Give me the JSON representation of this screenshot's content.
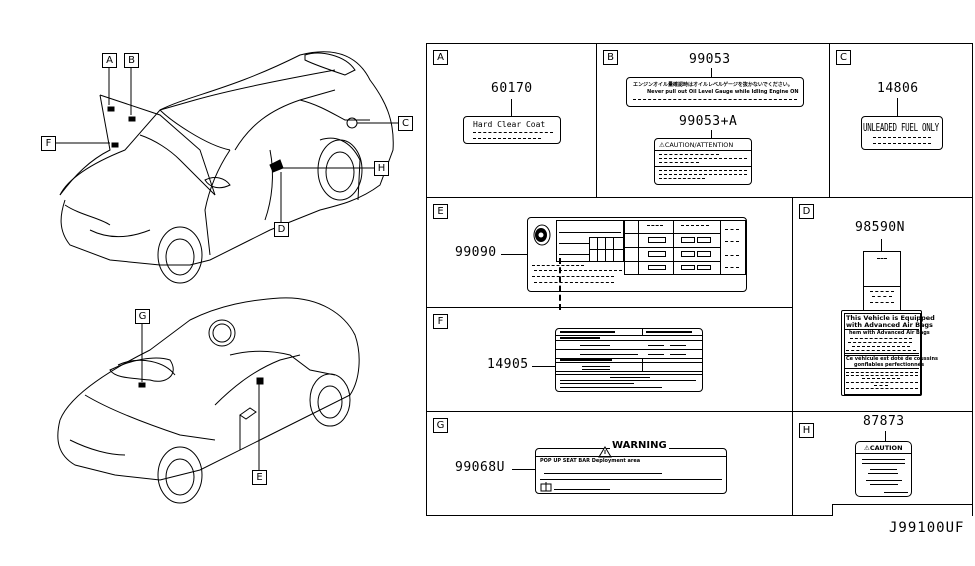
{
  "diagram_code": "J99100UF",
  "callouts": {
    "top_car": [
      "A",
      "B",
      "C",
      "F",
      "H",
      "D"
    ],
    "bottom_car": [
      "G",
      "E"
    ]
  },
  "panels": {
    "A": {
      "letter": "A",
      "part_number": "60170",
      "label_text": "Hard Clear Coat"
    },
    "B": {
      "letter": "B",
      "part_number_1": "99053",
      "label_1_line1": "エンジンオイル量確認時はオイルレベルゲージを抜かないでください。",
      "label_1_line2": "Never pull out Oil Level Gauge while Idling Engine ON",
      "part_number_2": "99053+A",
      "label_2_header": "⚠CAUTION/ATTENTION"
    },
    "C": {
      "letter": "C",
      "part_number": "14806",
      "label_text": "UNLEADED FUEL ONLY"
    },
    "D": {
      "letter": "D",
      "part_number": "98590N",
      "label_line1": "This Vehicle is Equipped",
      "label_line2": "with Advanced Air Bags",
      "label_line3": "hem with Advanced Air Bags",
      "label_line4": "Ce véhicule est doté de coussins",
      "label_line5": "gonflables perfectionnés"
    },
    "E": {
      "letter": "E",
      "part_number": "99090"
    },
    "F": {
      "letter": "F",
      "part_number": "14905"
    },
    "G": {
      "letter": "G",
      "part_number": "99068U",
      "label_header": "WARNING",
      "label_line1": "POP UP SEAT BAR Deployment area"
    },
    "H": {
      "letter": "H",
      "part_number": "87873",
      "label_header": "⚠CAUTION"
    }
  }
}
